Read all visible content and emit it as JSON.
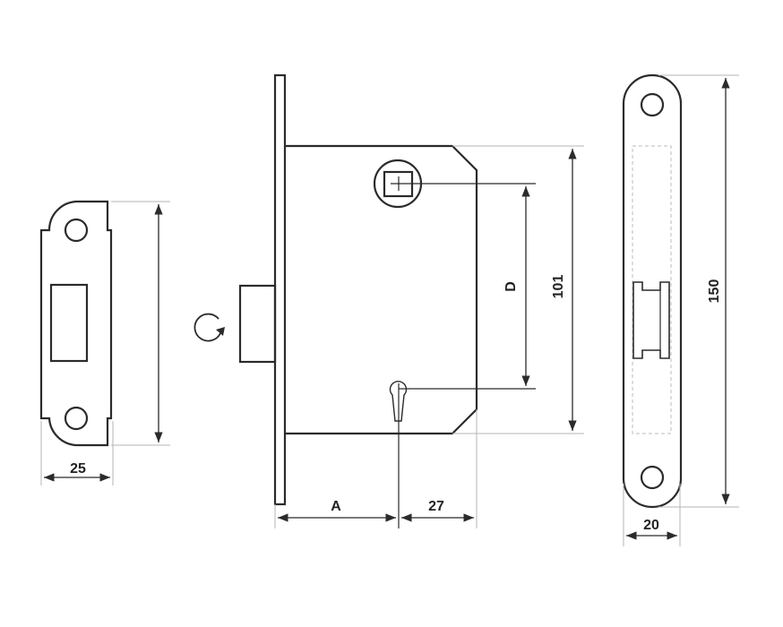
{
  "title": "Mortise lock dimension drawing",
  "colors": {
    "line": "#2b2b2b",
    "extension": "#b5b5b5"
  },
  "strike_plate": {
    "width_label": "25"
  },
  "lock_body": {
    "backset_label": "A",
    "offset_label": "27",
    "center_distance_label": "D",
    "height_label": "101"
  },
  "faceplate": {
    "height_label": "150",
    "width_label": "20"
  },
  "icons": {
    "rotate": "rotate-reversible-icon"
  }
}
